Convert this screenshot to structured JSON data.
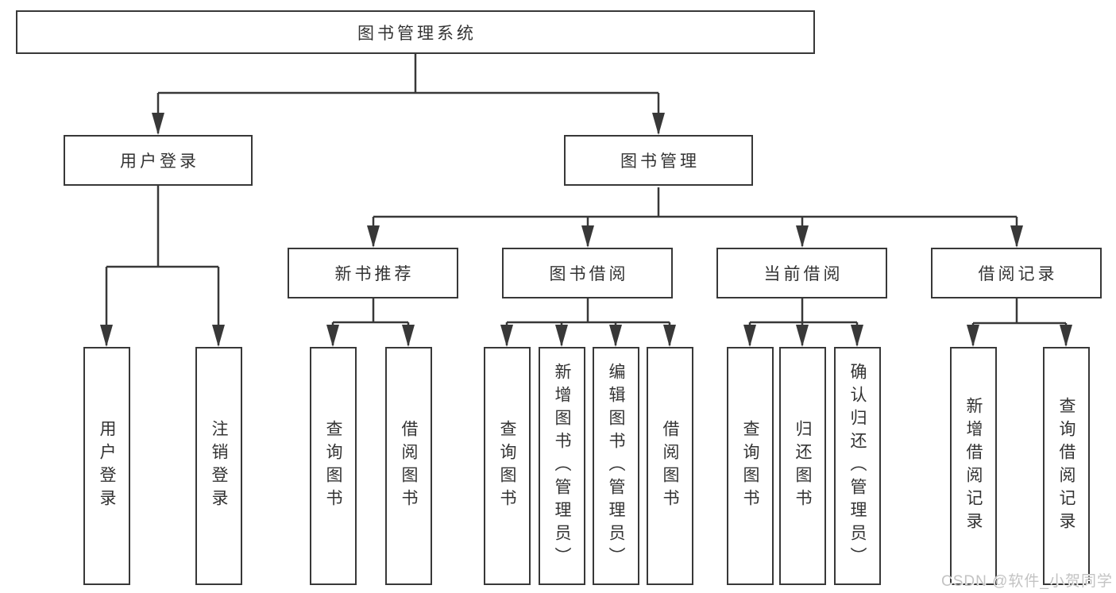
{
  "diagram": {
    "root": {
      "label": "图书管理系统"
    },
    "level2": {
      "user_login": {
        "label": "用户登录"
      },
      "book_mgmt": {
        "label": "图书管理"
      }
    },
    "level3": {
      "new_book_rec": {
        "label": "新书推荐"
      },
      "book_borrow": {
        "label": "图书借阅"
      },
      "current_borrow": {
        "label": "当前借阅"
      },
      "borrow_records": {
        "label": "借阅记录"
      }
    },
    "leaves": {
      "user_login": "用户登录",
      "logout": "注销登录",
      "rec_query_book": "查询图书",
      "rec_borrow_book": "借阅图书",
      "bor_query_book": "查询图书",
      "bor_add_book": "新增图书（管理员）",
      "bor_edit_book": "编辑图书（管理员）",
      "bor_borrow_book": "借阅图书",
      "cur_query_book": "查询图书",
      "cur_return_book": "归还图书",
      "cur_confirm_return": "确认归还（管理员）",
      "his_add_record": "新增借阅记录",
      "his_query_record": "查询借阅记录"
    },
    "colors": {
      "line": "#383838",
      "text": "#333333",
      "watermark": "#c3c3c3"
    }
  },
  "watermark": {
    "text": "CSDN @软件_小贺同学"
  }
}
